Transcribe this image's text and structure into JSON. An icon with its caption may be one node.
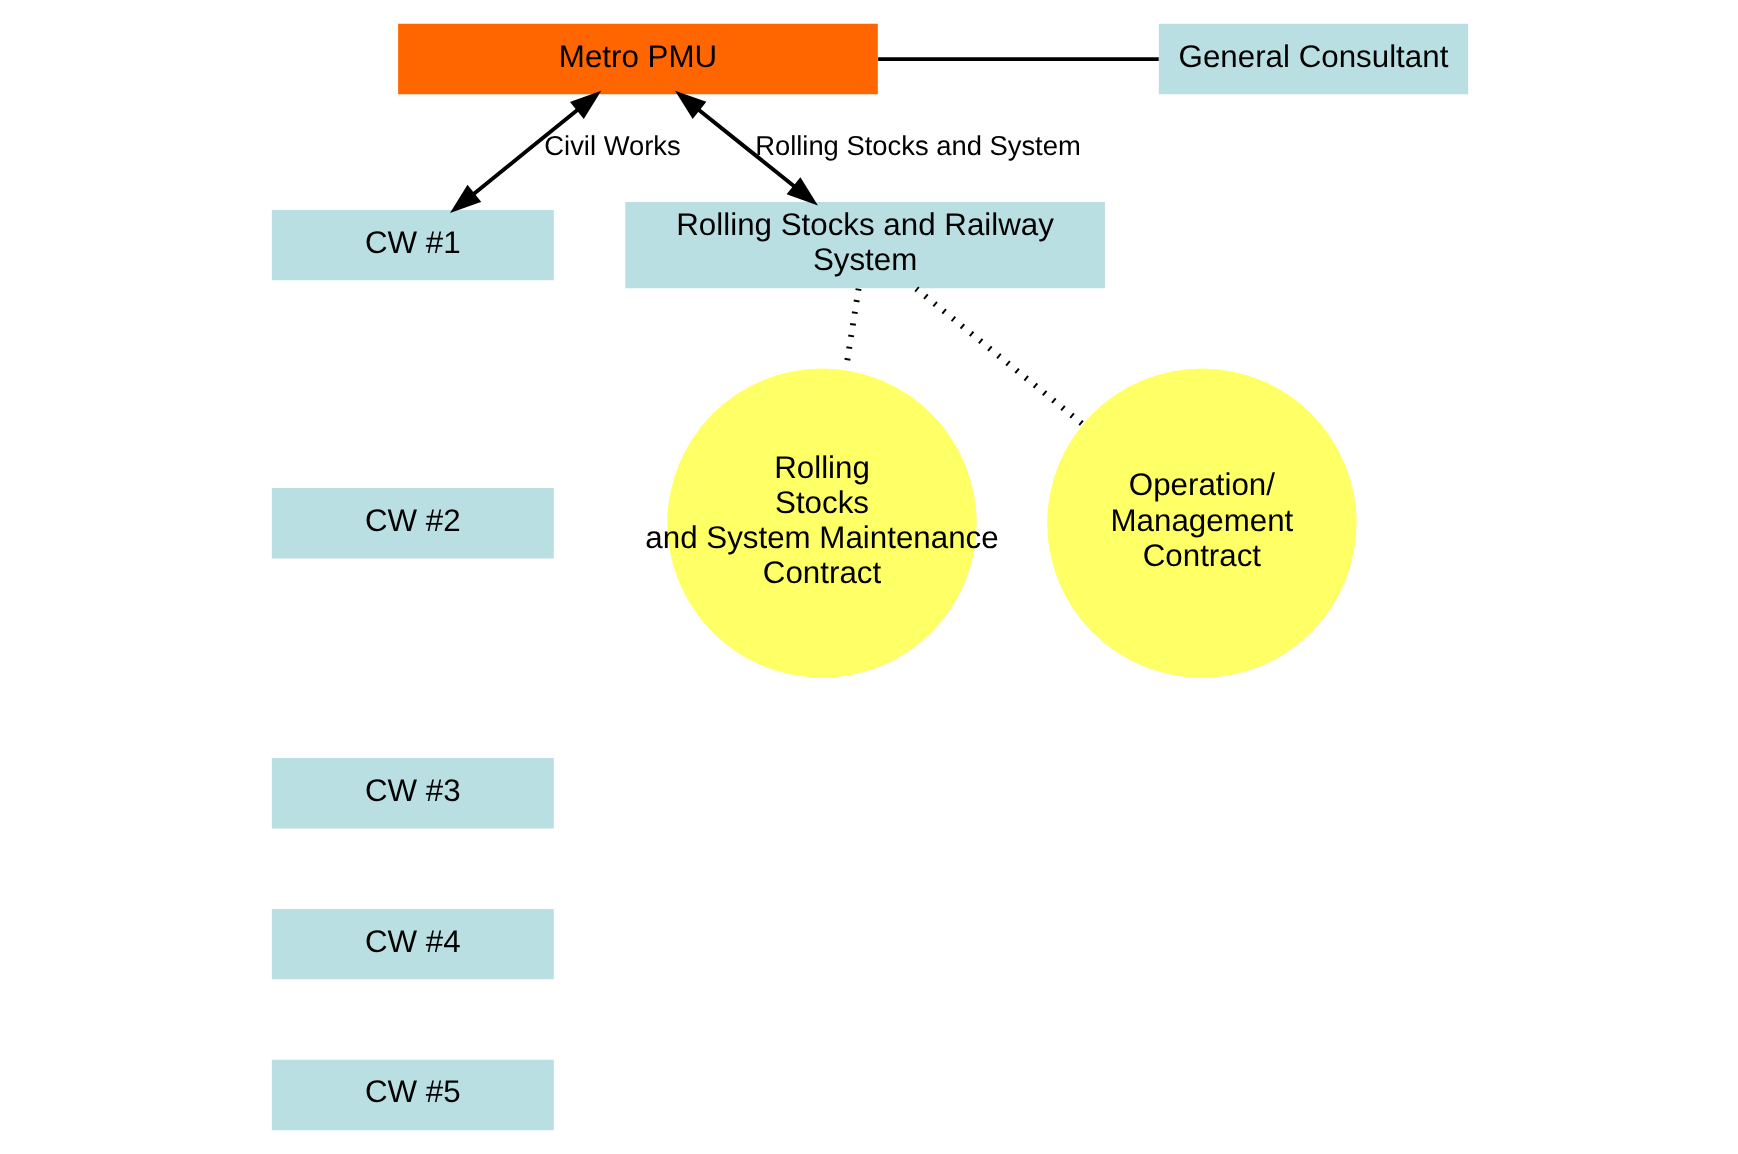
{
  "diagram": {
    "nodes": [
      {
        "text": [
          "Metro PMU"
        ]
      },
      {
        "text": [
          "General Consultant"
        ]
      },
      {
        "text": [
          "CW #1"
        ]
      },
      {
        "text": [
          "CW #2"
        ]
      },
      {
        "text": [
          "CW #3"
        ]
      },
      {
        "text": [
          "CW #4"
        ]
      },
      {
        "text": [
          "CW #5"
        ]
      },
      {
        "text": [
          "Rolling Stocks and Railway System"
        ]
      },
      {
        "text": [
          "Rolling Stocks and System Maintenance Contract"
        ]
      },
      {
        "text": [
          "Operation/ Management Contract"
        ]
      }
    ],
    "edges": [
      {
        "from": 0,
        "to": 1,
        "arrow": "none"
      },
      {
        "from": 0,
        "to": 2,
        "arrow": "both",
        "label": "Civil Works"
      },
      {
        "from": 0,
        "to": 7,
        "arrow": "both",
        "label": "Rolling Stocks and System"
      },
      {
        "from": 7,
        "to": 8,
        "arrow": "none",
        "style": "dashed"
      },
      {
        "from": 7,
        "to": 9,
        "arrow": "none",
        "style": "dashed"
      }
    ]
  }
}
